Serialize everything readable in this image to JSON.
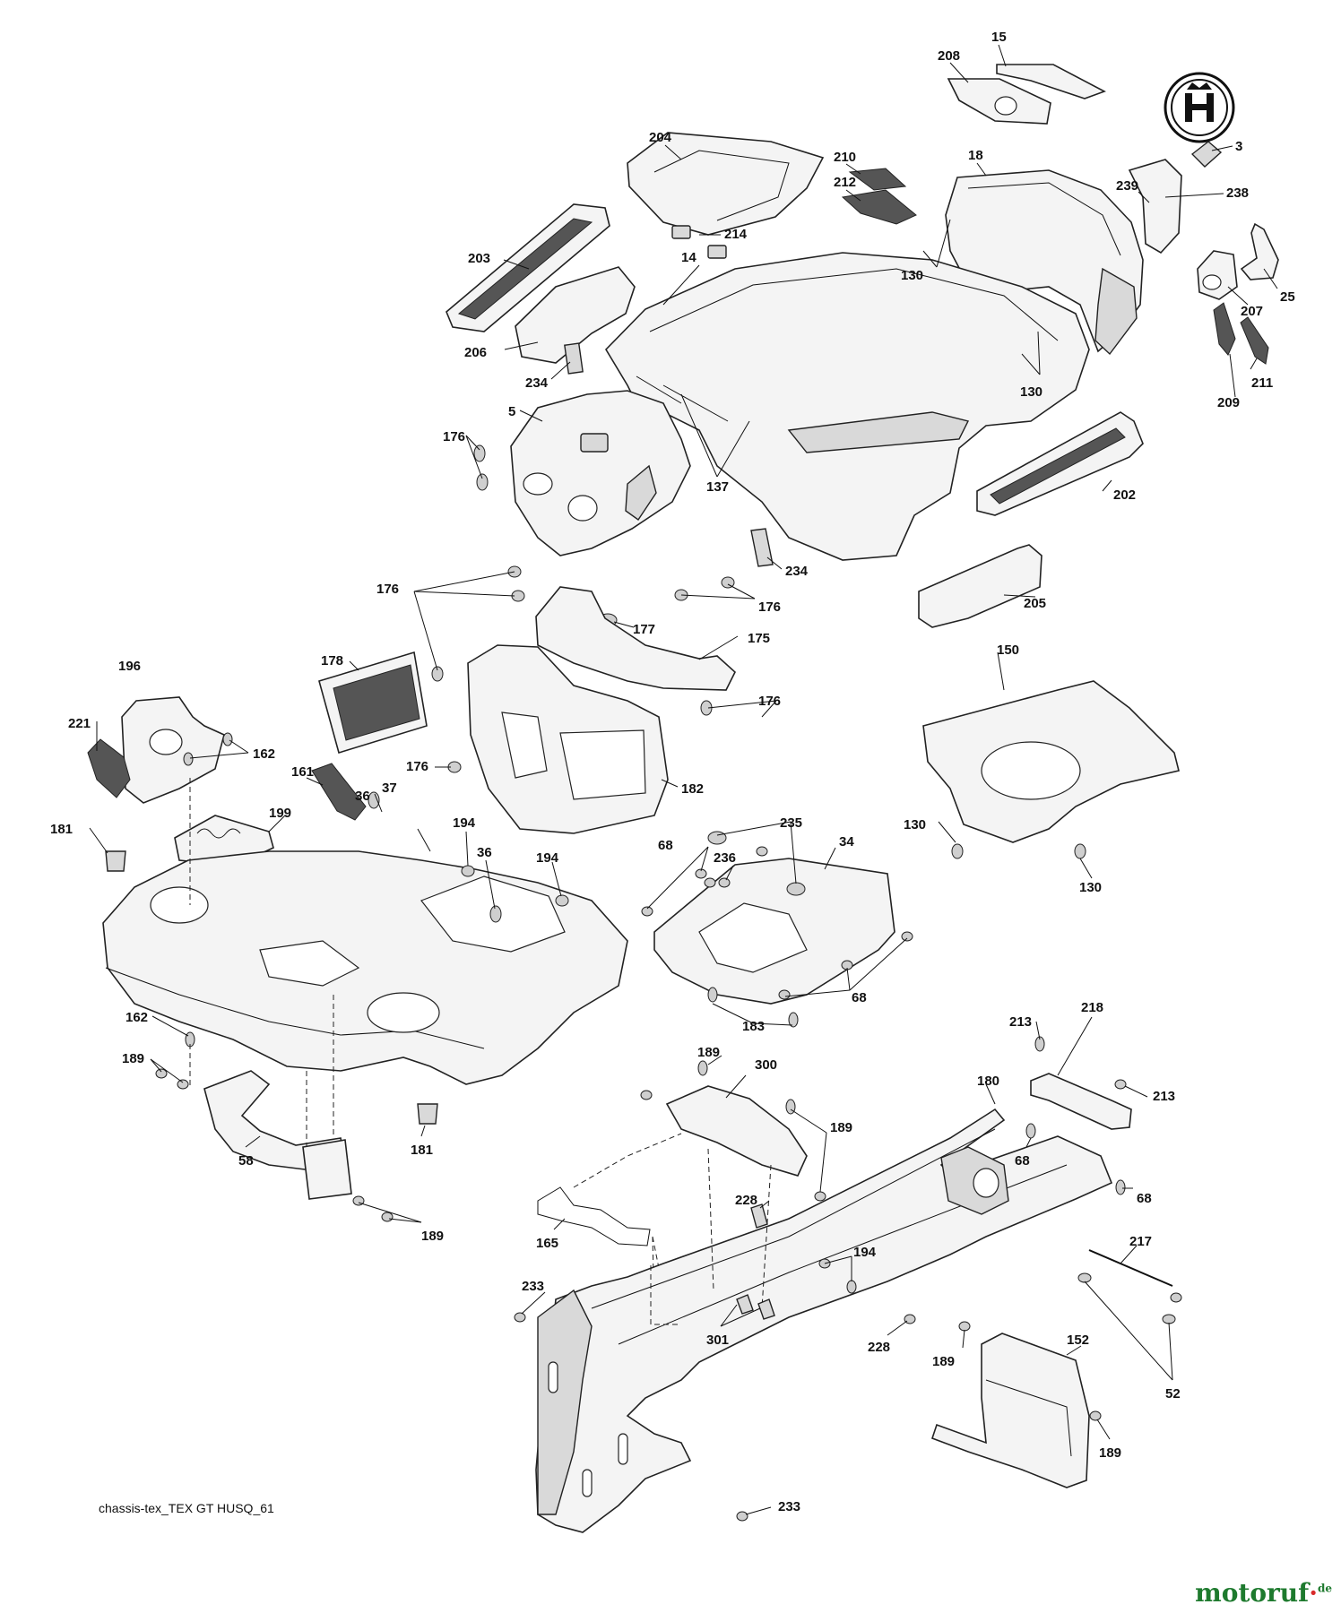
{
  "caption": "chassis-tex_TEX GT HUSQ_61",
  "watermark": {
    "main": "motoruf",
    "dot": "·",
    "suffix": "de"
  },
  "logo_icon": "husqvarna-crown-h-emblem",
  "callouts": [
    {
      "id": "15",
      "label": "15"
    },
    {
      "id": "208",
      "label": "208"
    },
    {
      "id": "3",
      "label": "3"
    },
    {
      "id": "204",
      "label": "204"
    },
    {
      "id": "210",
      "label": "210"
    },
    {
      "id": "212",
      "label": "212"
    },
    {
      "id": "18",
      "label": "18"
    },
    {
      "id": "239",
      "label": "239"
    },
    {
      "id": "238",
      "label": "238"
    },
    {
      "id": "214",
      "label": "214"
    },
    {
      "id": "203",
      "label": "203"
    },
    {
      "id": "14",
      "label": "14"
    },
    {
      "id": "130a",
      "label": "130"
    },
    {
      "id": "207",
      "label": "207"
    },
    {
      "id": "25",
      "label": "25"
    },
    {
      "id": "206",
      "label": "206"
    },
    {
      "id": "234a",
      "label": "234"
    },
    {
      "id": "130b",
      "label": "130"
    },
    {
      "id": "209",
      "label": "209"
    },
    {
      "id": "211",
      "label": "211"
    },
    {
      "id": "5",
      "label": "5"
    },
    {
      "id": "176a",
      "label": "176"
    },
    {
      "id": "137",
      "label": "137"
    },
    {
      "id": "202",
      "label": "202"
    },
    {
      "id": "234b",
      "label": "234"
    },
    {
      "id": "176b",
      "label": "176"
    },
    {
      "id": "176c",
      "label": "176"
    },
    {
      "id": "205",
      "label": "205"
    },
    {
      "id": "177",
      "label": "177"
    },
    {
      "id": "175",
      "label": "175"
    },
    {
      "id": "150",
      "label": "150"
    },
    {
      "id": "178",
      "label": "178"
    },
    {
      "id": "196",
      "label": "196"
    },
    {
      "id": "176d",
      "label": "176"
    },
    {
      "id": "221",
      "label": "221"
    },
    {
      "id": "162a",
      "label": "162"
    },
    {
      "id": "161",
      "label": "161"
    },
    {
      "id": "176e",
      "label": "176"
    },
    {
      "id": "182",
      "label": "182"
    },
    {
      "id": "130c",
      "label": "130"
    },
    {
      "id": "36a",
      "label": "36"
    },
    {
      "id": "37",
      "label": "37"
    },
    {
      "id": "199",
      "label": "199"
    },
    {
      "id": "194a",
      "label": "194"
    },
    {
      "id": "235",
      "label": "235"
    },
    {
      "id": "181a",
      "label": "181"
    },
    {
      "id": "68a",
      "label": "68"
    },
    {
      "id": "236",
      "label": "236"
    },
    {
      "id": "34",
      "label": "34"
    },
    {
      "id": "36b",
      "label": "36"
    },
    {
      "id": "194b",
      "label": "194"
    },
    {
      "id": "130d",
      "label": "130"
    },
    {
      "id": "68b",
      "label": "68"
    },
    {
      "id": "183",
      "label": "183"
    },
    {
      "id": "162b",
      "label": "162"
    },
    {
      "id": "213a",
      "label": "213"
    },
    {
      "id": "218",
      "label": "218"
    },
    {
      "id": "189a",
      "label": "189"
    },
    {
      "id": "300",
      "label": "300"
    },
    {
      "id": "189b",
      "label": "189"
    },
    {
      "id": "180",
      "label": "180"
    },
    {
      "id": "213b",
      "label": "213"
    },
    {
      "id": "189c",
      "label": "189"
    },
    {
      "id": "181b",
      "label": "181"
    },
    {
      "id": "68c",
      "label": "68"
    },
    {
      "id": "58",
      "label": "58"
    },
    {
      "id": "68d",
      "label": "68"
    },
    {
      "id": "228a",
      "label": "228"
    },
    {
      "id": "189d",
      "label": "189"
    },
    {
      "id": "165",
      "label": "165"
    },
    {
      "id": "194c",
      "label": "194"
    },
    {
      "id": "217",
      "label": "217"
    },
    {
      "id": "233a",
      "label": "233"
    },
    {
      "id": "301",
      "label": "301"
    },
    {
      "id": "228b",
      "label": "228"
    },
    {
      "id": "152",
      "label": "152"
    },
    {
      "id": "189e",
      "label": "189"
    },
    {
      "id": "52",
      "label": "52"
    },
    {
      "id": "189f",
      "label": "189"
    },
    {
      "id": "233b",
      "label": "233"
    }
  ]
}
